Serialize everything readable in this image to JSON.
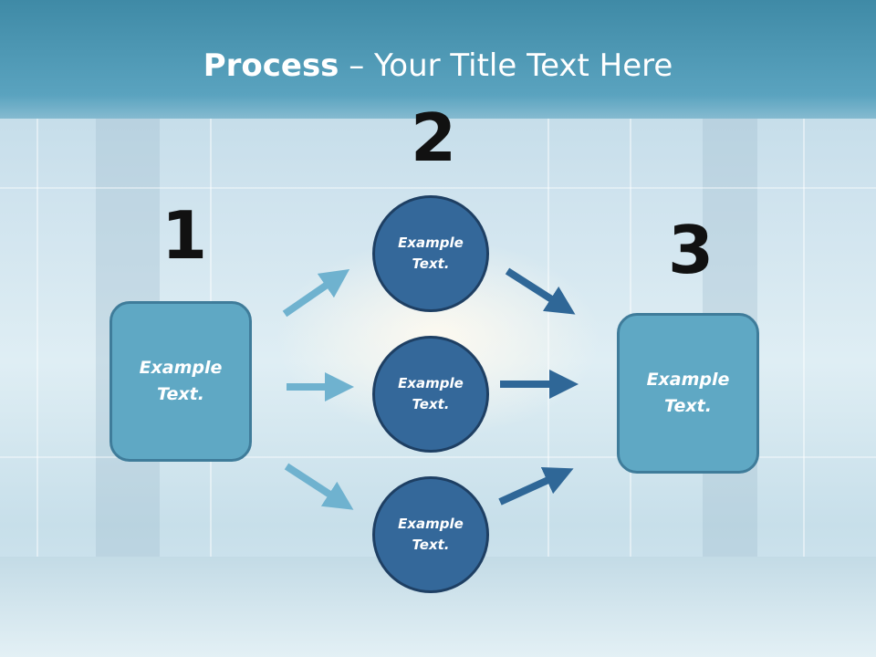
{
  "slide": {
    "title_bold": "Process",
    "title_rest": " – Your Title Text Here"
  },
  "steps": {
    "step1": {
      "number": "1",
      "text_line1": "Example",
      "text_line2": "Text."
    },
    "step2": {
      "number": "2",
      "circles": [
        {
          "text_line1": "Example",
          "text_line2": "Text."
        },
        {
          "text_line1": "Example",
          "text_line2": "Text."
        },
        {
          "text_line1": "Example",
          "text_line2": "Text."
        }
      ]
    },
    "step3": {
      "number": "3",
      "text_line1": "Example",
      "text_line2": "Text."
    }
  },
  "colors": {
    "box_fill": "#5fa8c4",
    "circle_fill": "#34689a",
    "arrow_light": "#6fb2cf",
    "arrow_dark": "#2f6797",
    "banner": "#4e97b4"
  }
}
